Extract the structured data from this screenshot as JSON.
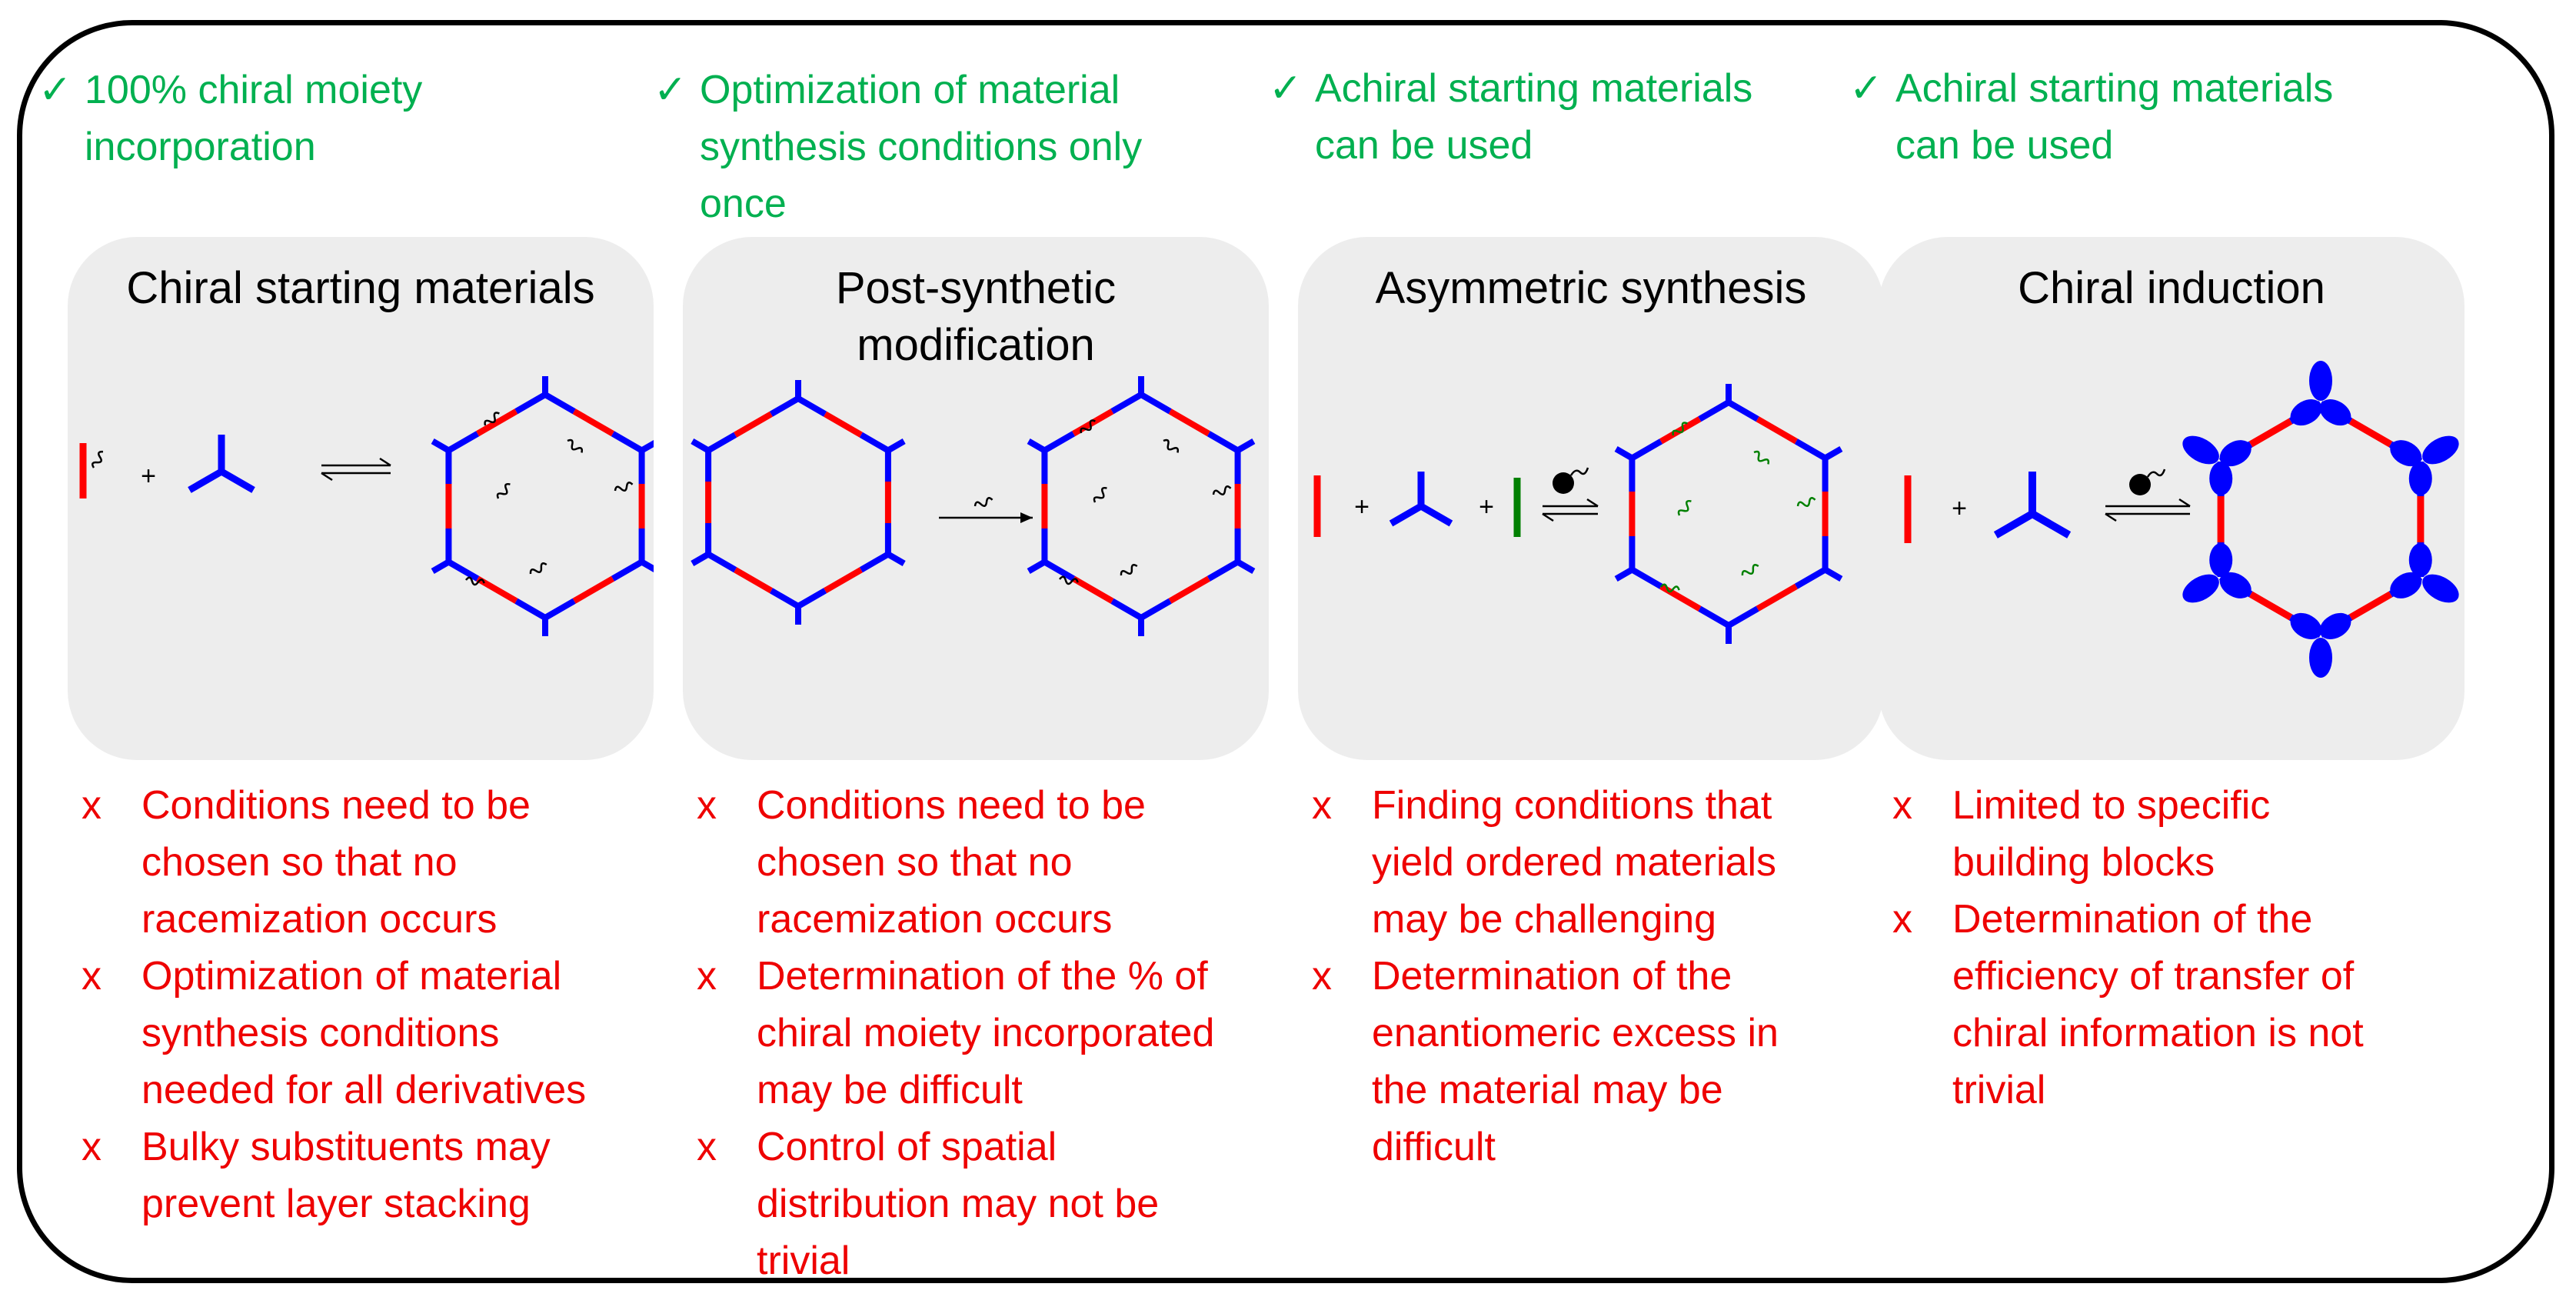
{
  "colors": {
    "advantage": "#00b050",
    "disadvantage": "#ee0000",
    "linker_red": "#ff0000",
    "node_blue": "#0000ff",
    "reagent_green": "#008000",
    "panel": "#ededed"
  },
  "icons": {
    "advantage": "check-mark",
    "disadvantage": "x-mark"
  },
  "columns": [
    {
      "advantage": [
        "100% chiral moiety",
        "incorporation"
      ],
      "title": [
        "Chiral starting materials"
      ],
      "disadvantages": [
        [
          "Conditions need to be",
          "chosen so that no",
          "racemization occurs"
        ],
        [
          "Optimization of material",
          "synthesis conditions",
          "needed for all derivatives"
        ],
        [
          "Bulky substituents may",
          "prevent layer stacking"
        ]
      ]
    },
    {
      "advantage": [
        "Optimization of material",
        "synthesis conditions only",
        "once"
      ],
      "title": [
        "Post-synthetic",
        "modification"
      ],
      "disadvantages": [
        [
          "Conditions need to be",
          "chosen so that no",
          "racemization occurs"
        ],
        [
          "Determination of the % of",
          "chiral moiety incorporated",
          "may be difficult"
        ],
        [
          "Control of spatial",
          "distribution may not be",
          "trivial"
        ]
      ]
    },
    {
      "advantage": [
        "Achiral starting materials",
        "can be used"
      ],
      "title": [
        "Asymmetric synthesis"
      ],
      "disadvantages": [
        [
          "Finding conditions that",
          "yield ordered materials",
          "may be challenging"
        ],
        [
          "Determination of the",
          "enantiomeric excess in",
          "the material may be",
          "difficult"
        ]
      ]
    },
    {
      "advantage": [
        "Achiral starting materials",
        "can be used"
      ],
      "title": [
        "Chiral induction"
      ],
      "disadvantages": [
        [
          "Limited to specific",
          "building blocks"
        ],
        [
          "Determination of the",
          "efficiency of transfer of",
          "chiral information is not",
          "trivial"
        ]
      ]
    }
  ],
  "symbols": {
    "check": "✓",
    "x": "x",
    "plus": "+"
  }
}
